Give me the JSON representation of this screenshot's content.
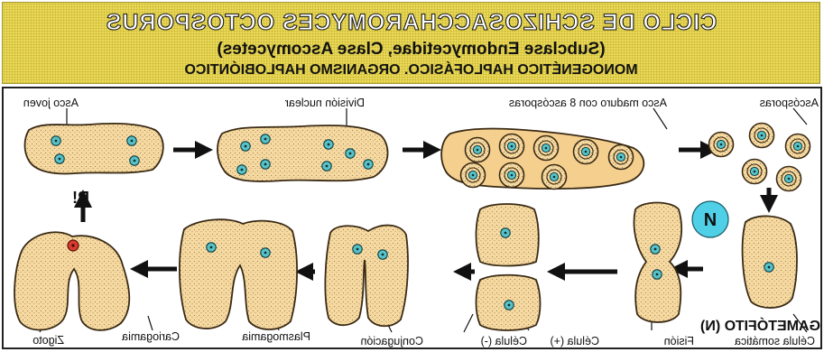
{
  "header": {
    "title": "CICLO DE SCHIZOSACCHAROMYCES OCTOSPORUS",
    "subtitle": "(Subclase Endomycetidae, Clase Ascomycetes)",
    "description": "MONOGENÉTICO HAPLOFÁSICO. ORGANISMO HAPLOBIÓNTICO"
  },
  "labels": {
    "asco_joven": "Asco joven",
    "division_nuclear": "División nuclear",
    "asco_maduro": "Asco maduro con 8 ascósporas",
    "ascosporas": "Ascósporas",
    "n": "N",
    "gametofito": "GAMETÓFITO (N)",
    "celula_somatica": "Célula somática",
    "fision": "Fisión",
    "celula_mas": "Célula (+)",
    "celula_menos": "Célula (-)",
    "conjugacion": "Conjugación",
    "plasmogamia": "Plasmogamia",
    "cariogamia": "Cariogamia",
    "zigoto": "Zigoto",
    "ri": "R!"
  },
  "colors": {
    "header_bg": "#ead95a",
    "cell_fill": "#f5d9a0",
    "ascus_fill": "#f4cf8d",
    "nucleus": "#58c4c8",
    "zygote_nucleus": "#d93a2e",
    "n_circle": "#4fd0e6"
  }
}
